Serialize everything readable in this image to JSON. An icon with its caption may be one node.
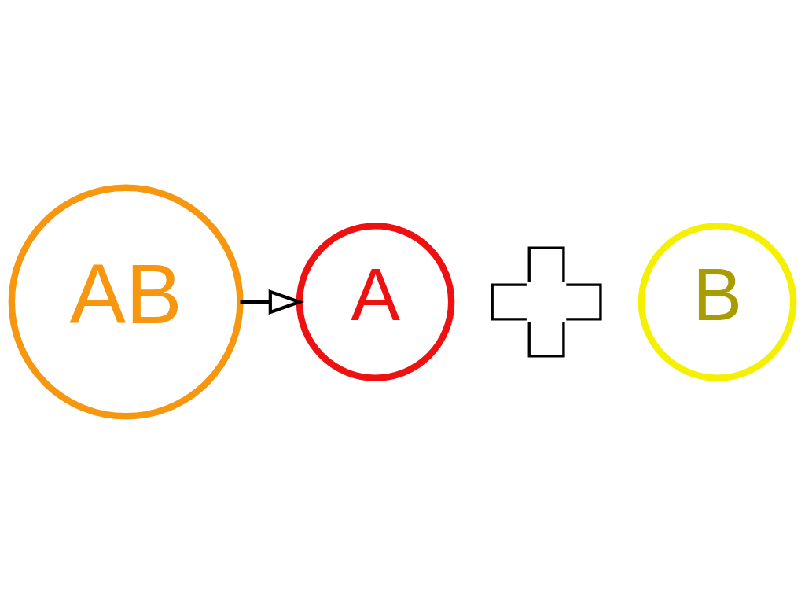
{
  "diagram": {
    "nodes": [
      {
        "text": [
          "AB"
        ]
      },
      {
        "text": [
          "A"
        ]
      },
      {
        "text": [],
        "shape": "plus"
      },
      {
        "text": [
          "B"
        ]
      }
    ],
    "edges": [
      {
        "from": 0,
        "to": 1,
        "arrow": "to"
      }
    ]
  }
}
